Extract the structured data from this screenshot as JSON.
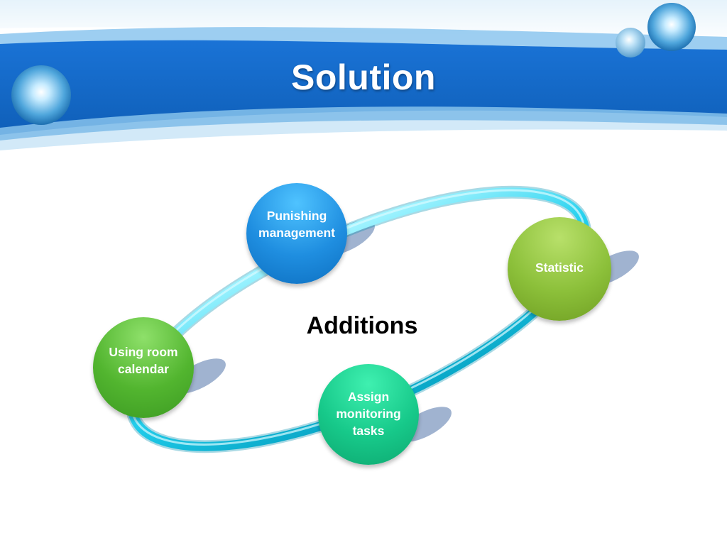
{
  "slide": {
    "title": "Solution"
  },
  "diagram": {
    "center_label": "Additions",
    "nodes": [
      {
        "label": "Punishing\nmanagement"
      },
      {
        "label": "Statistic"
      },
      {
        "label": "Using room\ncalendar"
      },
      {
        "label": "Assign\nmonitoring\ntasks"
      }
    ]
  },
  "colors": {
    "banner_blue": "#1565c8",
    "ring_cyan": "#22d0ee",
    "node_blue": "#1f8ee0",
    "node_green": "#52b52f",
    "node_lime": "#8cc03a",
    "node_teal": "#17c98a"
  }
}
